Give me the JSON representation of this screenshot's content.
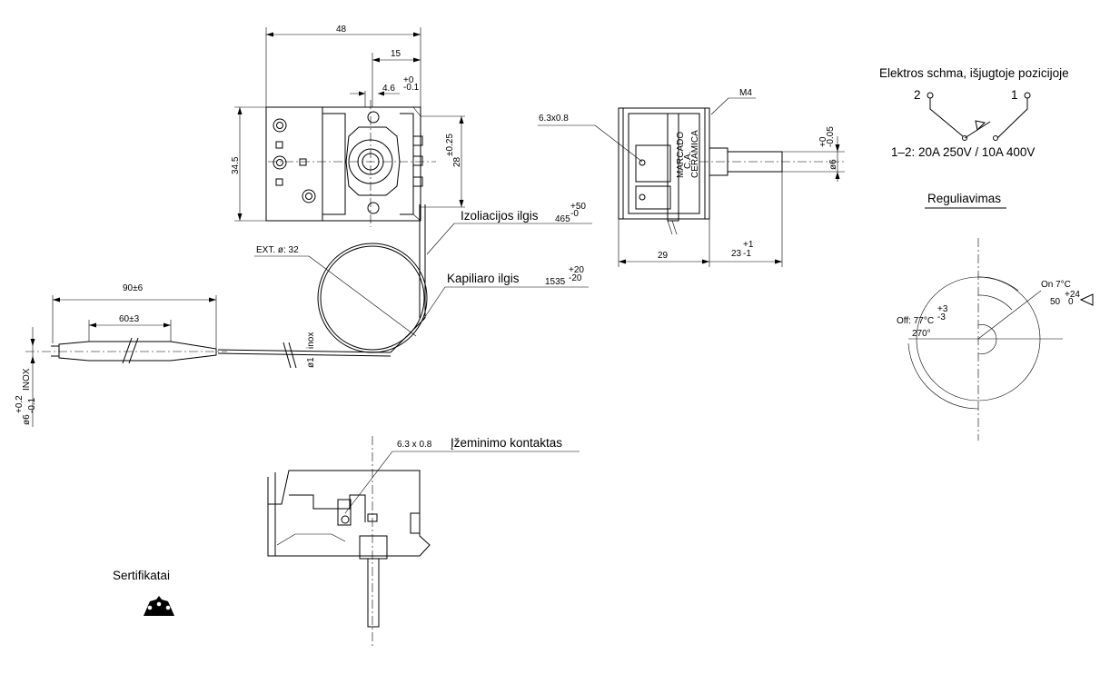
{
  "top_view": {
    "dim_width": "48",
    "dim_15": "15",
    "dim_46": "4.6",
    "dim_46_tol": {
      "upper": "+0",
      "lower": "-0.1"
    },
    "dim_height": "34.5",
    "dim_28": "28",
    "dim_28_tol": "±0.25"
  },
  "capillary": {
    "insulation_label": "Izoliacijos ilgis",
    "insulation_value": "465",
    "insulation_tol": {
      "upper": "+50",
      "lower": "-0"
    },
    "capillary_label": "Kapiliaro ilgis",
    "capillary_value": "1535",
    "capillary_tol": {
      "upper": "+20",
      "lower": "-20"
    },
    "ext_diameter": "EXT. ø: 32",
    "bulb_90": "90±6",
    "bulb_60": "60±3",
    "tube_diameter": "ø1",
    "tube_material": "inox",
    "bulb_diameter": "ø6",
    "bulb_diameter_tol": {
      "upper": "+0.2",
      "lower": "-0.1"
    },
    "bulb_material": "INOX"
  },
  "side_view": {
    "terminal": "6.3x0.8",
    "thread": "M4",
    "shaft_dim": "ø6",
    "shaft_tol": {
      "upper": "+0",
      "lower": "-0.05"
    },
    "dim_29": "29",
    "dim_23": "23",
    "dim_23_tol": {
      "upper": "+1",
      "lower": "-1"
    },
    "body_text": [
      "MARCADO",
      "C.A.",
      "CERAMICA"
    ]
  },
  "bottom_view": {
    "terminal": "6.3 x 0.8",
    "ground_label": "Įžeminimo kontaktas"
  },
  "certificates": {
    "label": "Sertifikatai"
  },
  "electrical": {
    "title": "Elektros schma, išjugtoje pozicijoje",
    "terminal_left": "2",
    "terminal_right": "1",
    "rating": "1–2:  20A  250V  /  10A  400V"
  },
  "regulation": {
    "title": "Reguliavimas",
    "on_label": "On  7°C",
    "angle": "50",
    "angle_tol": {
      "upper": "+24",
      "lower": "0"
    },
    "off_label": "Off: 77°C",
    "off_tol": {
      "upper": "+3",
      "lower": "-3"
    },
    "rotation": "270°"
  }
}
